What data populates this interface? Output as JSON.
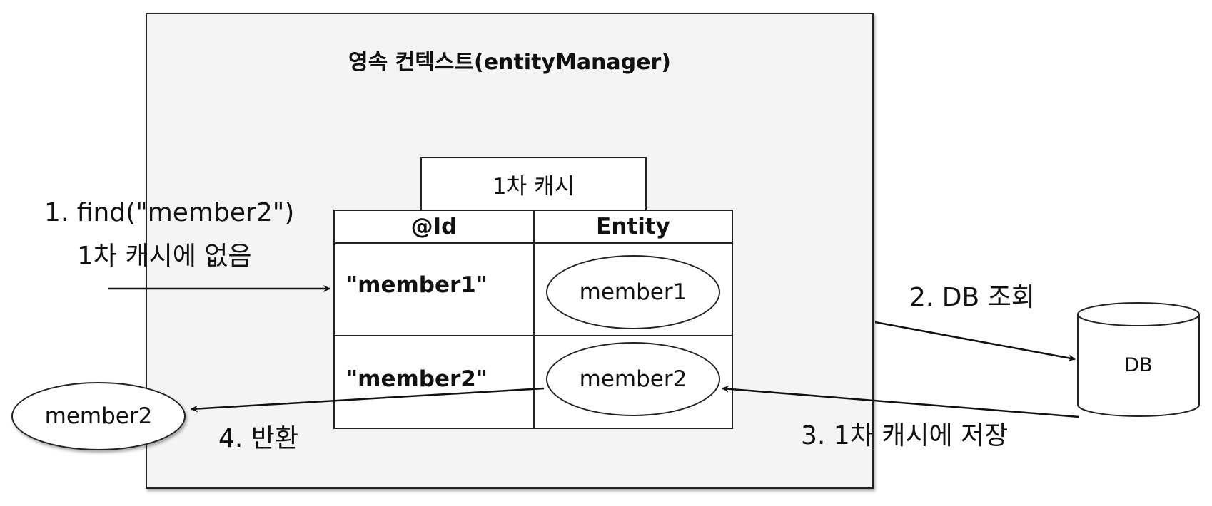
{
  "context": {
    "title": "영속 컨텍스트(entityManager)"
  },
  "cache": {
    "tab_label": "1차 캐시",
    "headers": {
      "id": "@Id",
      "entity": "Entity"
    },
    "rows": [
      {
        "id": "\"member1\"",
        "entity": "member1"
      },
      {
        "id": "\"member2\"",
        "entity": "member2"
      }
    ]
  },
  "steps": {
    "find_line1": "1. find(\"member2\")",
    "find_line2": "1차 캐시에 없음",
    "db_query": "2. DB 조회",
    "save_cache": "3. 1차 캐시에 저장",
    "return": "4. 반환"
  },
  "database": {
    "label": "DB"
  },
  "result": {
    "label": "member2"
  }
}
